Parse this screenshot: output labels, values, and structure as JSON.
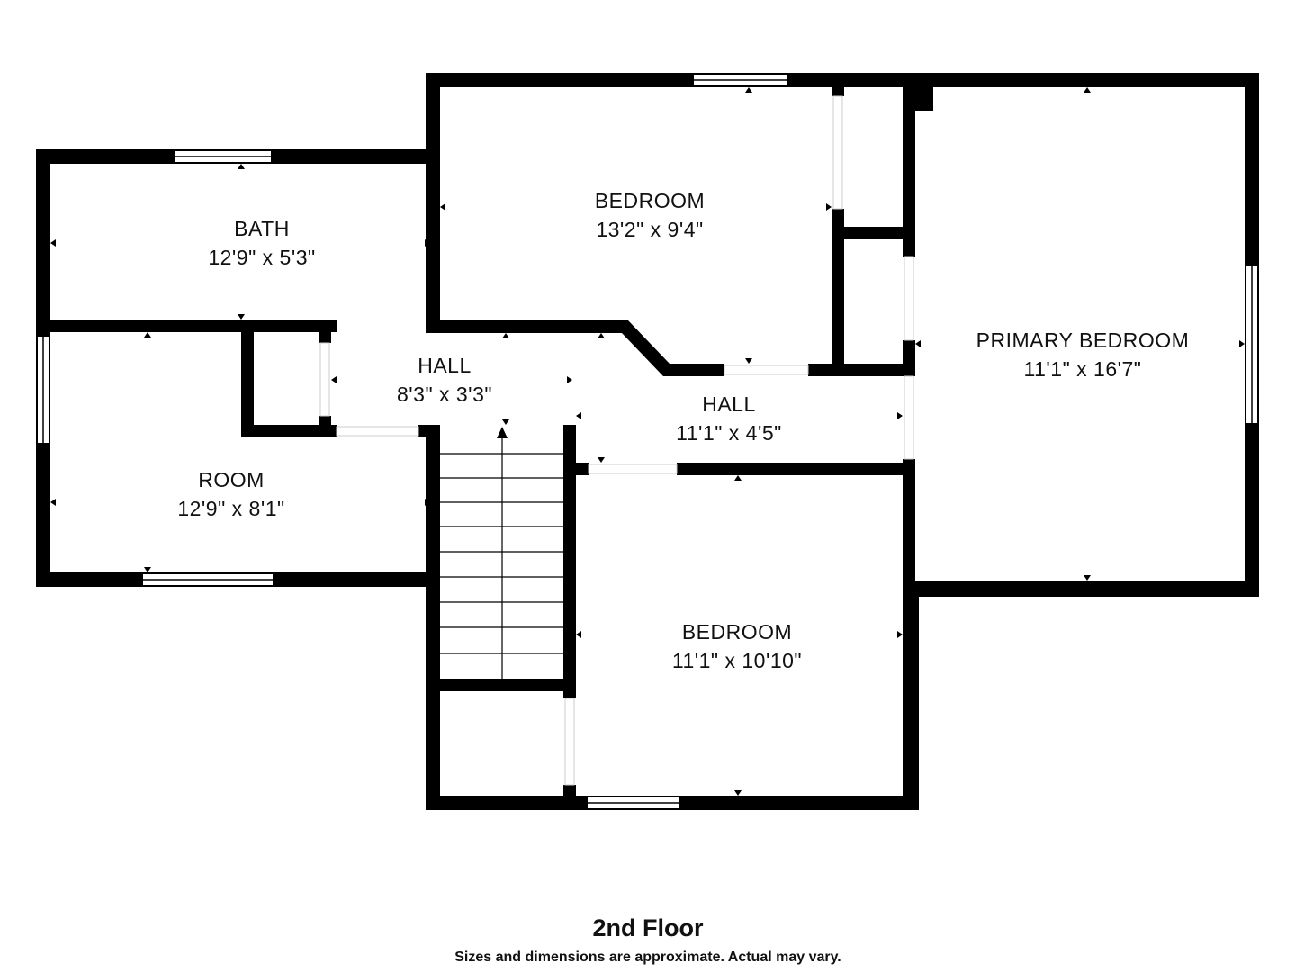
{
  "floor_title": "2nd Floor",
  "disclaimer": "Sizes and dimensions are approximate. Actual may vary.",
  "colors": {
    "wall": "#000000",
    "background": "#ffffff",
    "text": "#111111",
    "window_frame": "#000000"
  },
  "rooms": {
    "bath": {
      "name": "BATH",
      "dimensions": "12'9\" x 5'3\""
    },
    "bedroom_top": {
      "name": "BEDROOM",
      "dimensions": "13'2\" x 9'4\""
    },
    "primary": {
      "name": "PRIMARY BEDROOM",
      "dimensions": "11'1\" x 16'7\""
    },
    "hall_left": {
      "name": "HALL",
      "dimensions": "8'3\" x 3'3\""
    },
    "hall_right": {
      "name": "HALL",
      "dimensions": "11'1\" x 4'5\""
    },
    "room": {
      "name": "ROOM",
      "dimensions": "12'9\" x 8'1\""
    },
    "bedroom_bottom": {
      "name": "BEDROOM",
      "dimensions": "11'1\" x 10'10\""
    }
  },
  "icons": {
    "stair_arrow": "arrow-up-icon",
    "dimension_marker": "triangle-marker-icon"
  }
}
